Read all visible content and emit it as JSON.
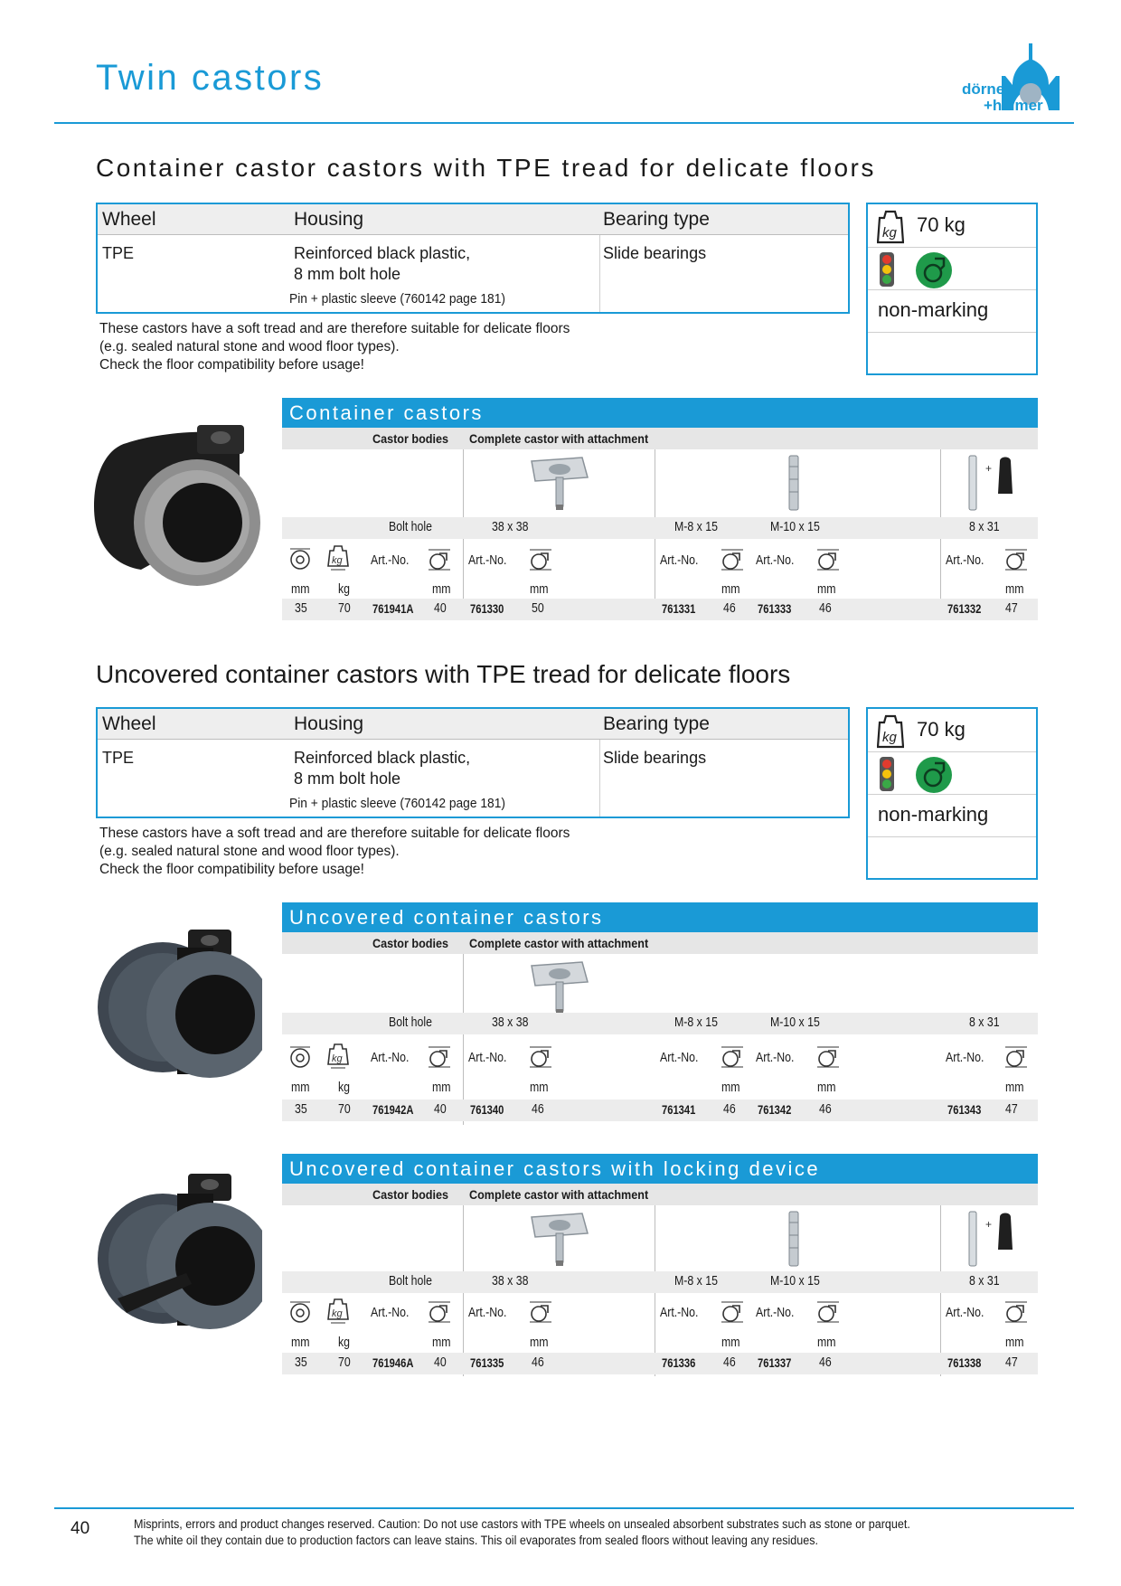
{
  "page": {
    "title": "Twin castors",
    "page_number": "40",
    "footer_lines": [
      "Misprints, errors and product changes reserved. Caution: Do not use castors with TPE wheels on unsealed absorbent substrates such as stone or parquet.",
      "The white oil they contain due to production factors can leave stains. This oil evaporates from sealed floors without leaving any residues."
    ]
  },
  "logo": {
    "line1": "dörner",
    "line2": "+helmer",
    "color": "#1a9ad6"
  },
  "colors": {
    "accent": "#1a9ad6",
    "band": "#ececec",
    "traffic_red": "#e23b2e",
    "traffic_yellow": "#f4c20d",
    "traffic_green": "#3aa846",
    "badge_green": "#1f9a4a"
  },
  "sections": [
    {
      "title": "Container castor castors with TPE tread for delicate floors",
      "spec": {
        "headers": [
          "Wheel",
          "Housing",
          "Bearing type"
        ],
        "wheel": "TPE",
        "housing_line1": "Reinforced black plastic,",
        "housing_line2": "8 mm bolt hole",
        "bearing": "Slide bearings",
        "pin_note": "Pin + plastic sleeve (760142 page 181)"
      },
      "info": {
        "load": "70 kg",
        "marking": "non-marking",
        "icons": [
          "weight-kg-icon",
          "traffic-light-icon",
          "castor-badge-icon"
        ]
      },
      "desc": [
        "These castors have a soft tread and are therefore suitable for delicate floors",
        "(e.g. sealed natural stone and wood floor types).",
        "Check the floor compatibility before usage!"
      ]
    },
    {
      "title": "Uncovered container castors with TPE tread for delicate floors",
      "spec": {
        "headers": [
          "Wheel",
          "Housing",
          "Bearing type"
        ],
        "wheel": "TPE",
        "housing_line1": "Reinforced black plastic,",
        "housing_line2": "8 mm bolt hole",
        "bearing": "Slide bearings",
        "pin_note": "Pin + plastic sleeve (760142 page 181)"
      },
      "info": {
        "load": "70 kg",
        "marking": "non-marking",
        "icons": [
          "weight-kg-icon",
          "traffic-light-icon",
          "castor-badge-icon"
        ]
      },
      "desc": [
        "These castors have a soft tread and are therefore suitable for delicate floors",
        "(e.g. sealed natural stone and wood floor types).",
        "Check the floor compatibility before usage!"
      ]
    }
  ],
  "tables": [
    {
      "title": "Container castors",
      "sub_castor": "Castor bodies",
      "sub_complete": "Complete castor with attachment",
      "mounts": [
        "Bolt hole",
        "38 x 38",
        "M-8 x 15",
        "M-10 x 15",
        "8 x 31"
      ],
      "artno": "Art.-No.",
      "unit_mm": "mm",
      "unit_kg": "kg",
      "row": {
        "dia": "35",
        "load": "70",
        "body_art": "761941A",
        "body_h": "40",
        "plate_art": "761330",
        "plate_h": "50",
        "m8_art": "761331",
        "m8_h": "46",
        "m10_art": "761333",
        "m10_h": "46",
        "pin_art": "761332",
        "pin_h": "47"
      }
    },
    {
      "title": "Uncovered container castors",
      "sub_castor": "Castor bodies",
      "sub_complete": "Complete castor with attachment",
      "mounts": [
        "Bolt hole",
        "38 x 38",
        "M-8 x 15",
        "M-10 x 15",
        "8 x 31"
      ],
      "artno": "Art.-No.",
      "unit_mm": "mm",
      "unit_kg": "kg",
      "row": {
        "dia": "35",
        "load": "70",
        "body_art": "761942A",
        "body_h": "40",
        "plate_art": "761340",
        "plate_h": "46",
        "m8_art": "761341",
        "m8_h": "46",
        "m10_art": "761342",
        "m10_h": "46",
        "pin_art": "761343",
        "pin_h": "47"
      }
    },
    {
      "title": "Uncovered container castors with locking device",
      "sub_castor": "Castor bodies",
      "sub_complete": "Complete castor with attachment",
      "mounts": [
        "Bolt hole",
        "38 x 38",
        "M-8 x 15",
        "M-10 x 15",
        "8 x 31"
      ],
      "artno": "Art.-No.",
      "unit_mm": "mm",
      "unit_kg": "kg",
      "row": {
        "dia": "35",
        "load": "70",
        "body_art": "761946A",
        "body_h": "40",
        "plate_art": "761335",
        "plate_h": "46",
        "m8_art": "761336",
        "m8_h": "46",
        "m10_art": "761337",
        "m10_h": "46",
        "pin_art": "761338",
        "pin_h": "47"
      }
    }
  ]
}
